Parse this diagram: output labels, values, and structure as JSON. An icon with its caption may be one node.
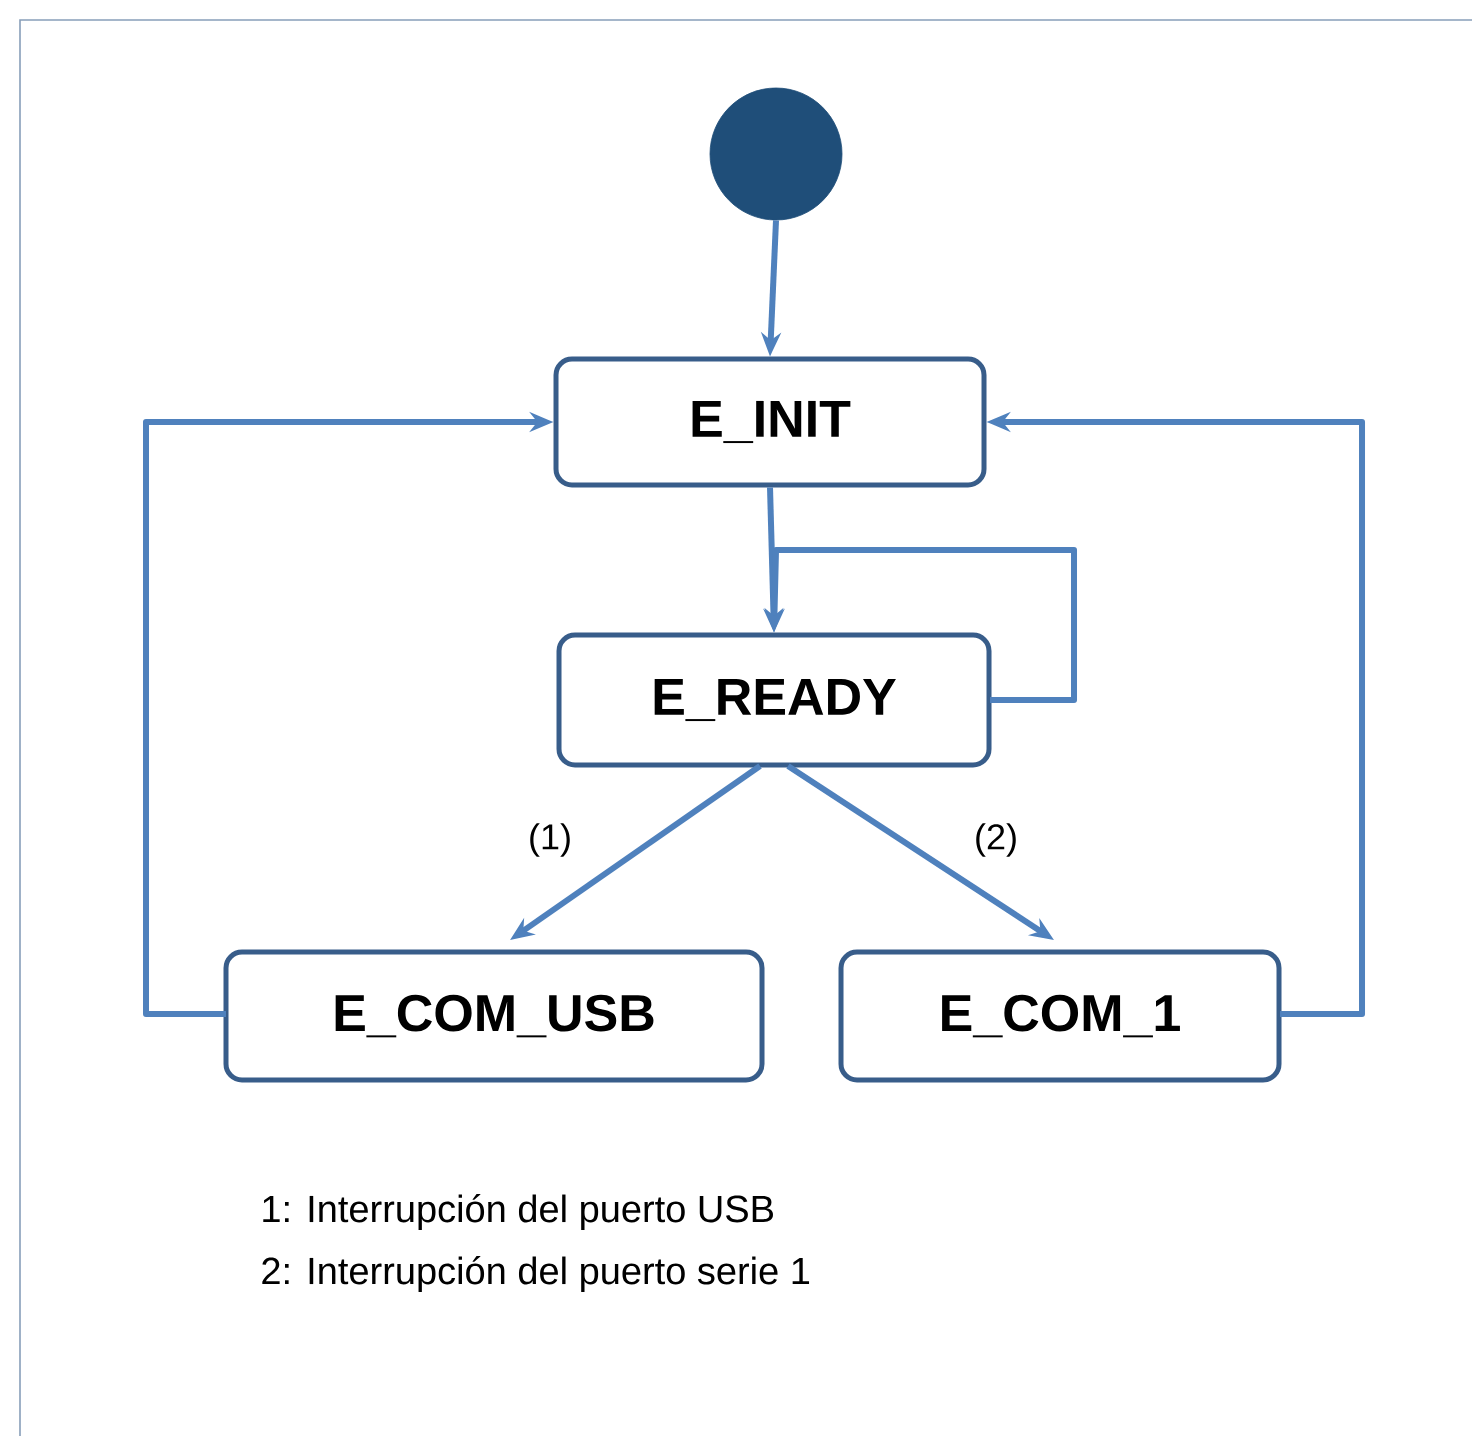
{
  "diagram": {
    "nodes": [
      {
        "text": [],
        "shape": "circle"
      },
      {
        "text": [
          "E_INIT"
        ]
      },
      {
        "text": [
          "E_READY"
        ]
      },
      {
        "text": [
          "E_COM_USB"
        ]
      },
      {
        "text": [
          "E_COM_1"
        ]
      }
    ],
    "edges": [
      {
        "from": 0,
        "to": 1,
        "arrow": "to"
      },
      {
        "from": 1,
        "to": 2,
        "arrow": "to"
      },
      {
        "from": 2,
        "to": 2,
        "arrow": "to"
      },
      {
        "from": 2,
        "to": 3,
        "arrow": "to",
        "label": "(1)"
      },
      {
        "from": 2,
        "to": 4,
        "arrow": "to",
        "label": "(2)"
      },
      {
        "from": 3,
        "to": 1,
        "arrow": "to"
      },
      {
        "from": 4,
        "to": 1,
        "arrow": "to"
      }
    ],
    "labels": [
      "1: Interrupción del puerto USB",
      "2: Interrupción del puerto serie 1"
    ]
  }
}
